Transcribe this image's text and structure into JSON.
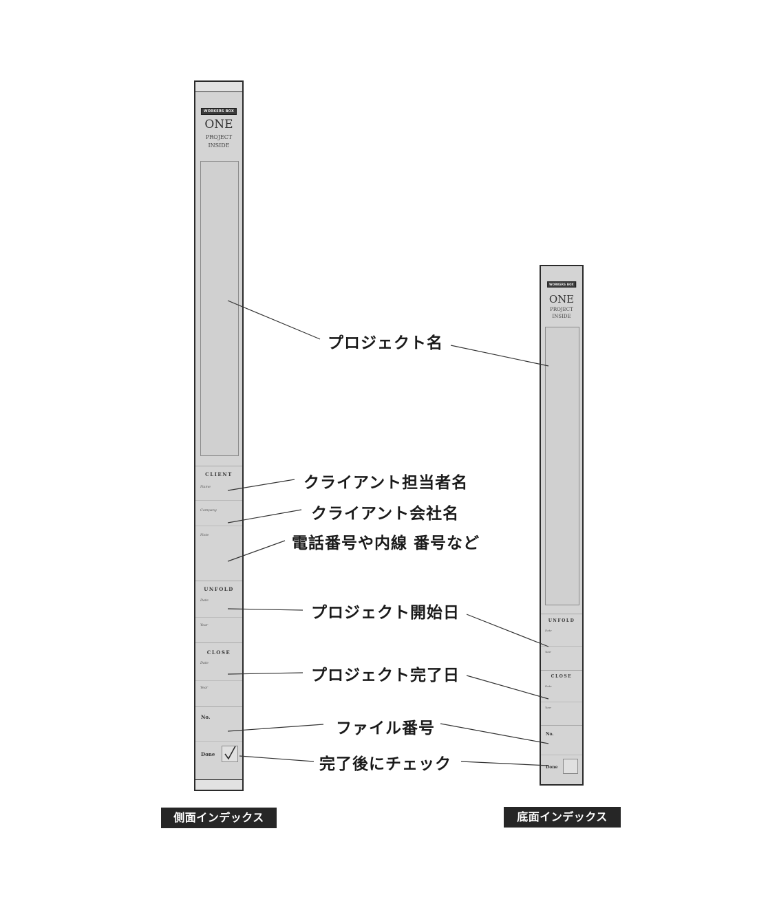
{
  "strip_brand": {
    "badge": "WORKERS BOX",
    "title": "ONE",
    "subtitle_1": "PROJECT",
    "subtitle_2": "INSIDE"
  },
  "side_strip": {
    "client_heading": "CLIENT",
    "client_name_label": "Name",
    "company_label": "Company",
    "note_label": "Note",
    "unfold_heading": "UNFOLD",
    "unfold_date_label": "Date",
    "unfold_year_label": "Year",
    "close_heading": "CLOSE",
    "close_date_label": "Date",
    "close_year_label": "Year",
    "number_label": "No.",
    "done_label": "Done",
    "done_checked": true
  },
  "bottom_strip": {
    "unfold_heading": "UNFOLD",
    "unfold_date_label": "Date",
    "unfold_year_label": "Year",
    "close_heading": "CLOSE",
    "close_date_label": "Date",
    "close_year_label": "Year",
    "number_label": "No.",
    "done_label": "Done",
    "done_checked": false
  },
  "callouts": {
    "project_name": "プロジェクト名",
    "client_contact": "クライアント担当者名",
    "client_company": "クライアント会社名",
    "phone_extension": "電話番号や内線 番号など",
    "project_start": "プロジェクト開始日",
    "project_end": "プロジェクト完了日",
    "file_number": "ファイル番号",
    "check_when_done": "完了後にチェック"
  },
  "captions": {
    "side_index": "側面インデックス",
    "bottom_index": "底面インデックス"
  }
}
